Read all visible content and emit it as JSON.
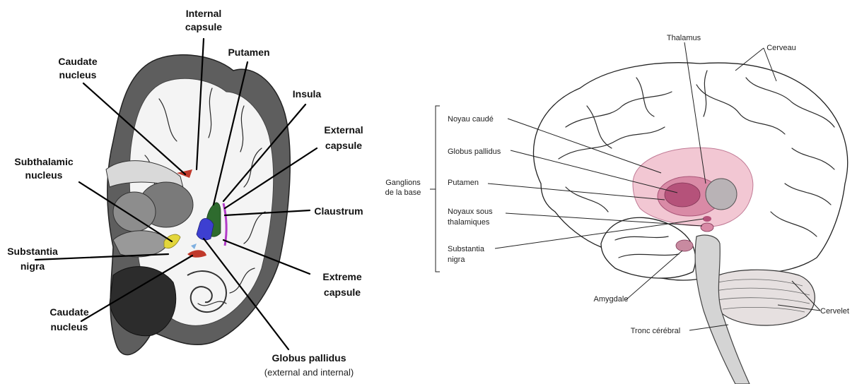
{
  "left_panel": {
    "labels": {
      "internal_capsule": [
        "Internal",
        "capsule"
      ],
      "putamen": "Putamen",
      "caudate_nucleus_top": [
        "Caudate",
        "nucleus"
      ],
      "insula": "Insula",
      "external_capsule": [
        "External",
        "capsule"
      ],
      "subthalamic_nucleus": [
        "Subthalamic",
        "nucleus"
      ],
      "claustrum": "Claustrum",
      "substantia_nigra": [
        "Substantia",
        "nigra"
      ],
      "extreme_capsule": [
        "Extreme",
        "capsule"
      ],
      "caudate_nucleus_bottom": [
        "Caudate",
        "nucleus"
      ],
      "globus_pallidus": "Globus pallidus",
      "globus_pallidus_sub": "(external and internal)"
    },
    "colors": {
      "caudate": "#c0392b",
      "putamen": "#2e6b2e",
      "globus_pallidus": "#3d3fd1",
      "claustrum": "#b23cc8",
      "subthalamic": "#e3d63b",
      "white_matter": "#f4f4f4",
      "gray_matter": "#8a8a8a"
    }
  },
  "right_panel": {
    "labels": {
      "thalamus": "Thalamus",
      "cerveau": "Cerveau",
      "noyau_caude": "Noyau caudé",
      "globus_pallidus": "Globus pallidus",
      "ganglions": [
        "Ganglions",
        "de la base"
      ],
      "putamen": "Putamen",
      "noyaux_sous": [
        "Noyaux sous",
        "thalamiques"
      ],
      "substantia": [
        "Substantia",
        "nigra"
      ],
      "amygdale": "Amygdale",
      "cervelet": "Cervelet",
      "tronc": "Tronc cérébral"
    },
    "colors": {
      "basal_light": "#f2c7d3",
      "basal_mid": "#d98aa6",
      "basal_dark": "#b5527a",
      "thalamus": "#b9b3b6",
      "brainstem": "#c9c9c9"
    }
  }
}
